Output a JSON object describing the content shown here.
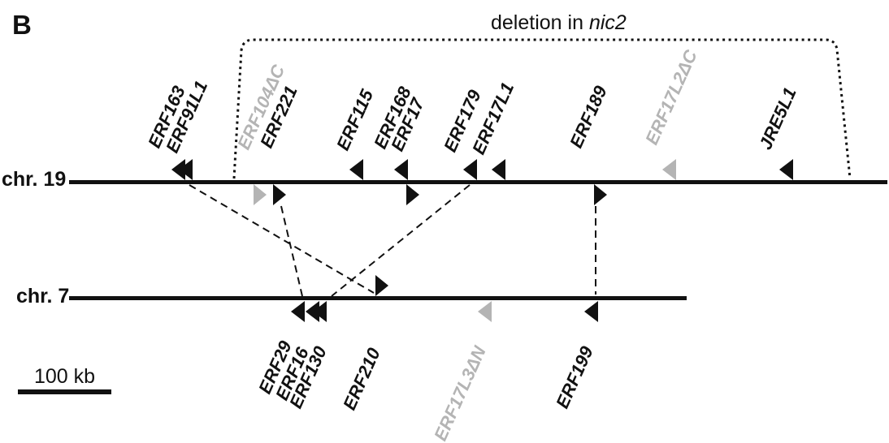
{
  "panel": {
    "label": "B"
  },
  "deletion_annotation": {
    "prefix": "deletion in ",
    "mutant": "nic2"
  },
  "scale_bar": {
    "label": "100 kb"
  },
  "colors": {
    "gene_black": "#111111",
    "gene_gray": "#b4b4b4"
  },
  "chromosomes": [
    {
      "name": "chr. 19",
      "genes": [
        {
          "label": "ERF163",
          "color": "black",
          "direction": "left"
        },
        {
          "label": "ERF91L1",
          "color": "black",
          "direction": "left"
        },
        {
          "label": "ERF104ΔC",
          "color": "gray",
          "direction": "right"
        },
        {
          "label": "ERF221",
          "color": "black",
          "direction": "right"
        },
        {
          "label": "ERF115",
          "color": "black",
          "direction": "left"
        },
        {
          "label": "ERF168",
          "color": "black",
          "direction": "left"
        },
        {
          "label": "ERF17",
          "color": "black",
          "direction": "right"
        },
        {
          "label": "ERF179",
          "color": "black",
          "direction": "left"
        },
        {
          "label": "ERF17L1",
          "color": "black",
          "direction": "left"
        },
        {
          "label": "ERF189",
          "color": "black",
          "direction": "right"
        },
        {
          "label": "ERF17L2ΔC",
          "color": "gray",
          "direction": "left"
        },
        {
          "label": "JRE5L1",
          "color": "black",
          "direction": "left"
        }
      ]
    },
    {
      "name": "chr. 7",
      "genes": [
        {
          "label": "ERF29",
          "color": "black",
          "direction": "left"
        },
        {
          "label": "ERF16",
          "color": "black",
          "direction": "left"
        },
        {
          "label": "ERF130",
          "color": "black",
          "direction": "left"
        },
        {
          "label": "ERF210",
          "color": "black",
          "direction": "right"
        },
        {
          "label": "ERF17L3ΔN",
          "color": "gray",
          "direction": "left"
        },
        {
          "label": "ERF199",
          "color": "black",
          "direction": "left"
        }
      ]
    }
  ],
  "connections": [
    {
      "from": "ERF163/ERF91L1 (chr. 19)",
      "to": "ERF210 (chr. 7)"
    },
    {
      "from": "ERF221 (chr. 19)",
      "to": "ERF29/ERF16 (chr. 7)"
    },
    {
      "from": "ERF179 (chr. 19)",
      "to": "ERF130 (chr. 7)"
    },
    {
      "from": "ERF189 (chr. 19)",
      "to": "ERF199 (chr. 7)"
    }
  ]
}
